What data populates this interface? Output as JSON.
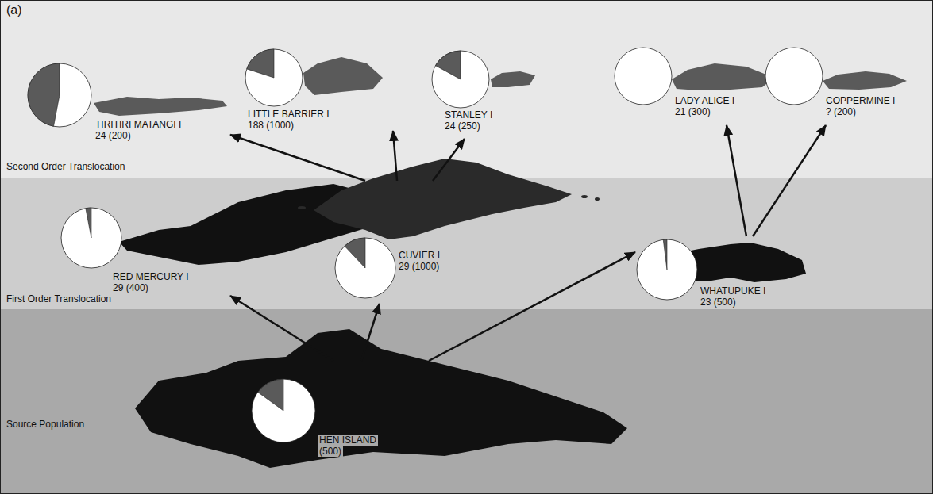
{
  "diagram": {
    "nodes": [
      {
        "text": [
          "Second Order Translocation"
        ]
      },
      {
        "text": [
          "First Order Translocation"
        ]
      },
      {
        "text": [
          "Source Population"
        ]
      },
      {
        "text": [
          "TIRITIRI MATANGI I",
          "24 (200)"
        ],
        "in": 0
      },
      {
        "text": [
          "LITTLE BARRIER I",
          "188 (1000)"
        ],
        "in": 0
      },
      {
        "text": [
          "STANLEY I",
          "24 (250)"
        ],
        "in": 0
      },
      {
        "text": [
          "LADY ALICE I",
          "21 (300)"
        ],
        "in": 0
      },
      {
        "text": [
          "COPPERMINE I",
          "? (200)"
        ],
        "in": 0
      },
      {
        "text": [
          "RED MERCURY I",
          "29 (400)"
        ],
        "in": 1
      },
      {
        "text": [
          "CUVIER I",
          "29 (1000)"
        ],
        "in": 1
      },
      {
        "text": [
          "WHATUPUKE I",
          "23 (500)"
        ],
        "in": 1
      },
      {
        "text": [
          "HEN ISLAND",
          "(500)"
        ],
        "in": 2
      }
    ],
    "edges": [
      {
        "from": 11,
        "to": 8,
        "arrow": "to"
      },
      {
        "from": 11,
        "to": 9,
        "arrow": "to"
      },
      {
        "from": 11,
        "to": 10,
        "arrow": "to"
      },
      {
        "from": 9,
        "to": 3,
        "arrow": "to"
      },
      {
        "from": 9,
        "to": 4,
        "arrow": "to"
      },
      {
        "from": 9,
        "to": 5,
        "arrow": "to"
      },
      {
        "from": 10,
        "to": 6,
        "arrow": "to"
      },
      {
        "from": 10,
        "to": 7,
        "arrow": "to"
      }
    ],
    "labels": [
      "(a)"
    ]
  }
}
